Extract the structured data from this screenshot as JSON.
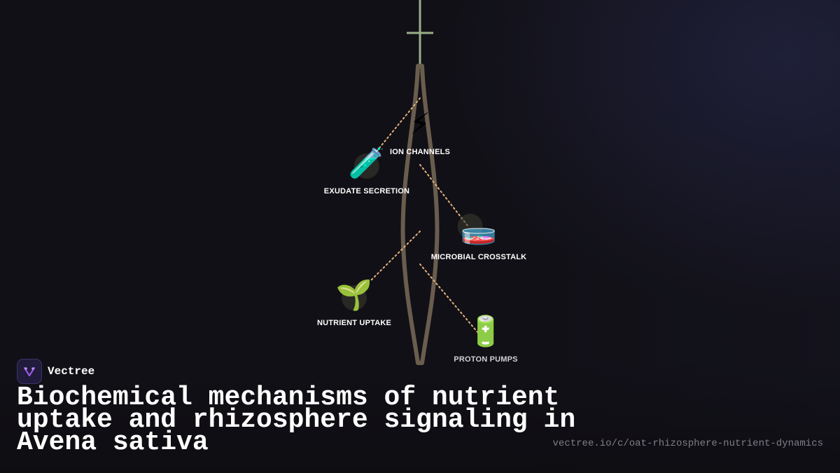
{
  "brand": {
    "name": "Vectree",
    "accent": "#a35cf0"
  },
  "title": "Biochemical mechanisms of nutrient uptake and rhizosphere signaling in Avena sativa",
  "url": "vectree.io/c/oat-rhizosphere-nutrient-dynamics",
  "colors": {
    "root": "#6a5d4e",
    "stem": "#9aae88",
    "connector": "#e2b27c",
    "background": "#111016"
  },
  "nodes": [
    {
      "id": "ion-channels",
      "label": "ION CHANNELS",
      "icon": "lightning-icon",
      "glyph": "⚡"
    },
    {
      "id": "exudate-secretion",
      "label": "EXUDATE SECRETION",
      "icon": "test-tube-icon",
      "glyph": "🧪"
    },
    {
      "id": "microbial-crosstalk",
      "label": "MICROBIAL CROSSTALK",
      "icon": "petri-dish-icon",
      "glyph": "🧫"
    },
    {
      "id": "nutrient-uptake",
      "label": "NUTRIENT UPTAKE",
      "icon": "seedling-icon",
      "glyph": "🌱"
    },
    {
      "id": "proton-pumps",
      "label": "PROTON PUMPS",
      "icon": "battery-icon",
      "glyph": "🔋"
    }
  ]
}
